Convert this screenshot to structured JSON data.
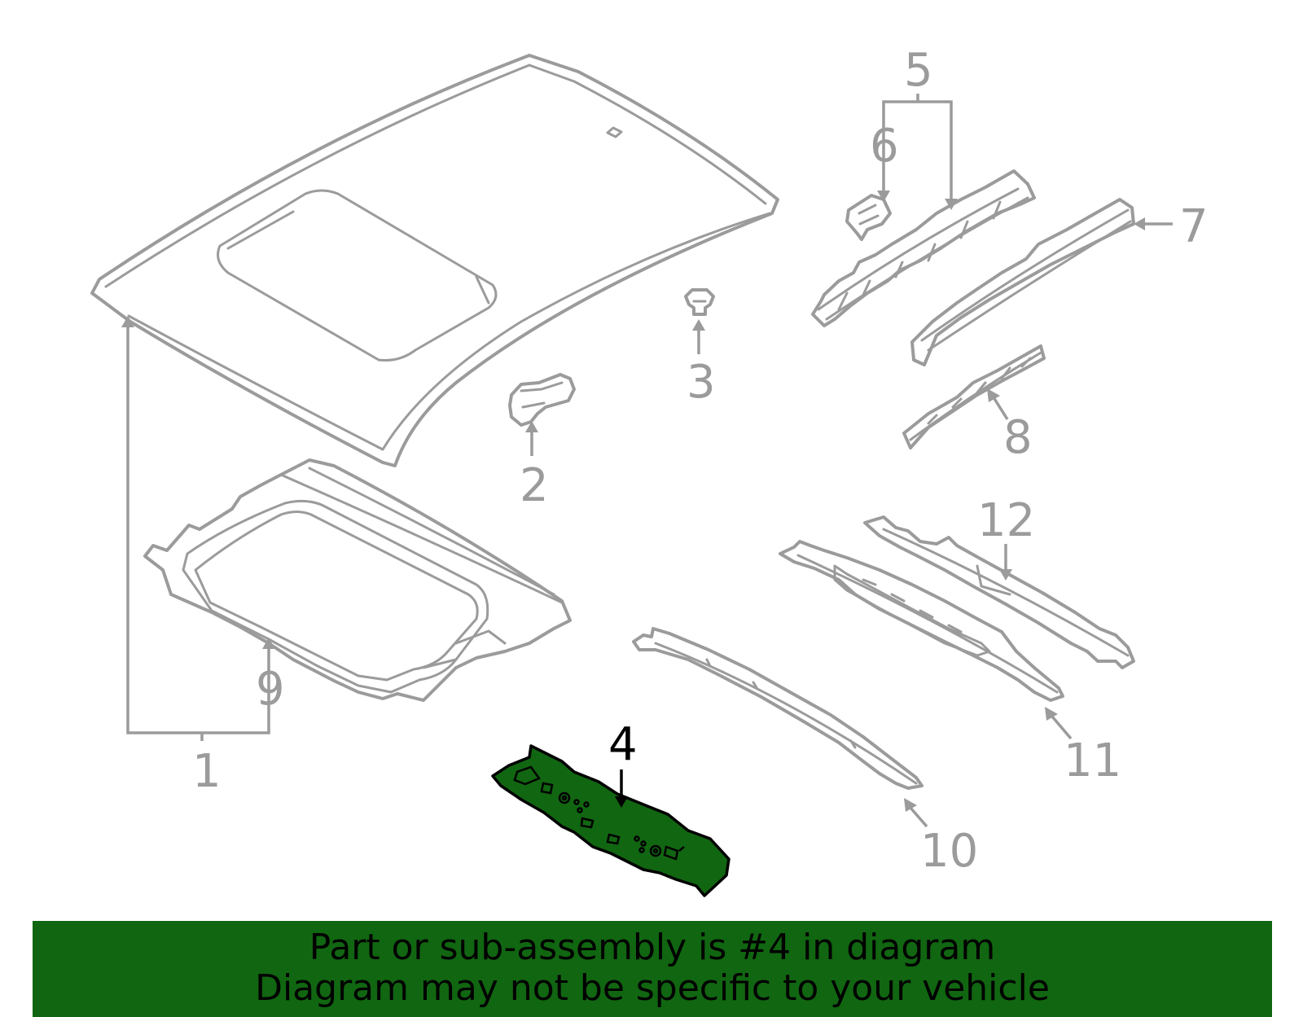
{
  "diagram": {
    "callouts": {
      "c1": "1",
      "c2": "2",
      "c3": "3",
      "c4": "4",
      "c5": "5",
      "c6": "6",
      "c7": "7",
      "c8": "8",
      "c9": "9",
      "c10": "10",
      "c11": "11",
      "c12": "12"
    },
    "highlighted_part": "4",
    "highlight_color": "#116611",
    "line_color": "#9b9b9b"
  },
  "banner": {
    "line1": "Part or sub-assembly is #4 in diagram",
    "line2": "Diagram may not be specific to your vehicle",
    "background": "#116611"
  }
}
